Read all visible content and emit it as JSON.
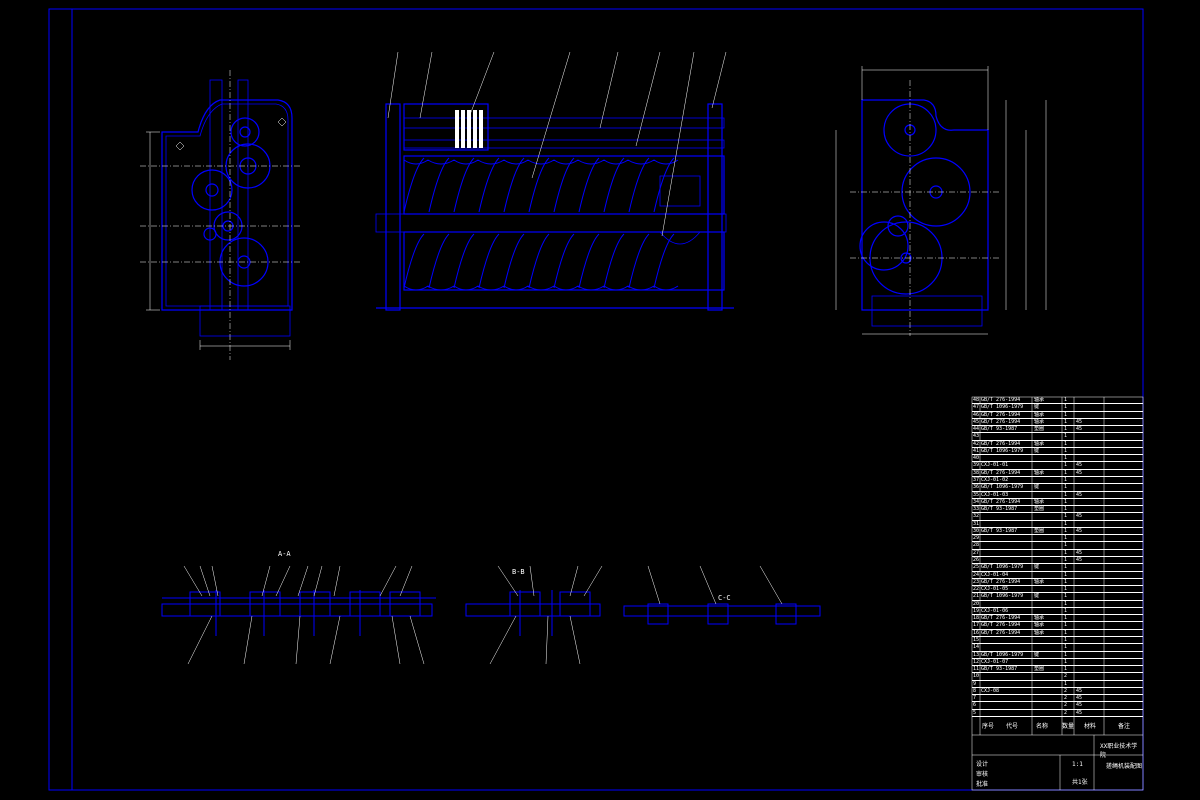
{
  "drawing": {
    "colors": {
      "background": "#000000",
      "border": "#0000ff",
      "part_line": "#0000ff",
      "hatch": "#0000ff",
      "dimension": "#ffffff",
      "leader": "#ffffff"
    },
    "section_labels": [
      "A-A",
      "B-B",
      "C-C"
    ]
  },
  "bom": {
    "rows": [
      {
        "no": "48",
        "code": "GB/T 276-1994",
        "name": "轴承",
        "qty": "1",
        "material": ""
      },
      {
        "no": "47",
        "code": "GB/T 1096-1979",
        "name": "键",
        "qty": "1",
        "material": ""
      },
      {
        "no": "46",
        "code": "GB/T 276-1994",
        "name": "轴承",
        "qty": "1",
        "material": ""
      },
      {
        "no": "45",
        "code": "GB/T 276-1994",
        "name": "轴承",
        "qty": "1",
        "material": "45"
      },
      {
        "no": "44",
        "code": "GB/T 93-1987",
        "name": "垫圈",
        "qty": "1",
        "material": "45"
      },
      {
        "no": "43",
        "code": "",
        "name": "",
        "qty": "1",
        "material": ""
      },
      {
        "no": "42",
        "code": "GB/T 276-1994",
        "name": "轴承",
        "qty": "1",
        "material": ""
      },
      {
        "no": "41",
        "code": "GB/T 1096-1979",
        "name": "键",
        "qty": "1",
        "material": ""
      },
      {
        "no": "40",
        "code": "",
        "name": "",
        "qty": "1",
        "material": ""
      },
      {
        "no": "39",
        "code": "CXJ-01-01",
        "name": "",
        "qty": "1",
        "material": "45"
      },
      {
        "no": "38",
        "code": "GB/T 276-1994",
        "name": "轴承",
        "qty": "1",
        "material": "45"
      },
      {
        "no": "37",
        "code": "CXJ-01-02",
        "name": "",
        "qty": "1",
        "material": ""
      },
      {
        "no": "36",
        "code": "GB/T 1096-1979",
        "name": "键",
        "qty": "1",
        "material": ""
      },
      {
        "no": "35",
        "code": "CXJ-01-03",
        "name": "",
        "qty": "1",
        "material": "45"
      },
      {
        "no": "34",
        "code": "GB/T 276-1994",
        "name": "轴承",
        "qty": "1",
        "material": ""
      },
      {
        "no": "33",
        "code": "GB/T 93-1987",
        "name": "垫圈",
        "qty": "1",
        "material": ""
      },
      {
        "no": "32",
        "code": "",
        "name": "",
        "qty": "1",
        "material": "45"
      },
      {
        "no": "31",
        "code": "",
        "name": "",
        "qty": "1",
        "material": ""
      },
      {
        "no": "30",
        "code": "GB/T 93-1987",
        "name": "垫圈",
        "qty": "1",
        "material": "45"
      },
      {
        "no": "29",
        "code": "",
        "name": "",
        "qty": "1",
        "material": ""
      },
      {
        "no": "28",
        "code": "",
        "name": "",
        "qty": "1",
        "material": ""
      },
      {
        "no": "27",
        "code": "",
        "name": "",
        "qty": "1",
        "material": "45"
      },
      {
        "no": "26",
        "code": "",
        "name": "",
        "qty": "1",
        "material": "45"
      },
      {
        "no": "25",
        "code": "GB/T 1096-1979",
        "name": "键",
        "qty": "1",
        "material": ""
      },
      {
        "no": "24",
        "code": "CXJ-01-04",
        "name": "",
        "qty": "1",
        "material": ""
      },
      {
        "no": "23",
        "code": "GB/T 276-1994",
        "name": "轴承",
        "qty": "1",
        "material": ""
      },
      {
        "no": "22",
        "code": "CXJ-01-05",
        "name": "",
        "qty": "1",
        "material": ""
      },
      {
        "no": "21",
        "code": "GB/T 1096-1979",
        "name": "键",
        "qty": "1",
        "material": ""
      },
      {
        "no": "20",
        "code": "",
        "name": "",
        "qty": "1",
        "material": ""
      },
      {
        "no": "19",
        "code": "CXJ-01-06",
        "name": "",
        "qty": "1",
        "material": ""
      },
      {
        "no": "18",
        "code": "GB/T 276-1994",
        "name": "轴承",
        "qty": "1",
        "material": ""
      },
      {
        "no": "17",
        "code": "GB/T 276-1994",
        "name": "轴承",
        "qty": "1",
        "material": ""
      },
      {
        "no": "16",
        "code": "GB/T 276-1994",
        "name": "轴承",
        "qty": "1",
        "material": ""
      },
      {
        "no": "15",
        "code": "",
        "name": "",
        "qty": "1",
        "material": ""
      },
      {
        "no": "14",
        "code": "",
        "name": "",
        "qty": "1",
        "material": ""
      },
      {
        "no": "13",
        "code": "GB/T 1096-1979",
        "name": "键",
        "qty": "1",
        "material": ""
      },
      {
        "no": "12",
        "code": "CXJ-01-07",
        "name": "",
        "qty": "1",
        "material": ""
      },
      {
        "no": "11",
        "code": "GB/T 93-1987",
        "name": "垫圈",
        "qty": "1",
        "material": ""
      },
      {
        "no": "10",
        "code": "",
        "name": "",
        "qty": "2",
        "material": ""
      },
      {
        "no": "9",
        "code": "",
        "name": "",
        "qty": "1",
        "material": ""
      },
      {
        "no": "8",
        "code": "CXJ-08",
        "name": "",
        "qty": "2",
        "material": "45"
      },
      {
        "no": "7",
        "code": "",
        "name": "",
        "qty": "2",
        "material": "45"
      },
      {
        "no": "6",
        "code": "",
        "name": "",
        "qty": "2",
        "material": "45"
      },
      {
        "no": "5",
        "code": "",
        "name": "",
        "qty": "2",
        "material": "45"
      }
    ],
    "header": {
      "no": "序号",
      "code": "代号",
      "name": "名称",
      "qty": "数量",
      "material": "材料",
      "note": "备注"
    }
  },
  "title_block": {
    "school": "XX职业技术学院",
    "drawing_name": "搓绳机装配图",
    "scale": "1:1",
    "sheet": "共1张",
    "row_labels": [
      "设计",
      "审核",
      "批准"
    ]
  }
}
